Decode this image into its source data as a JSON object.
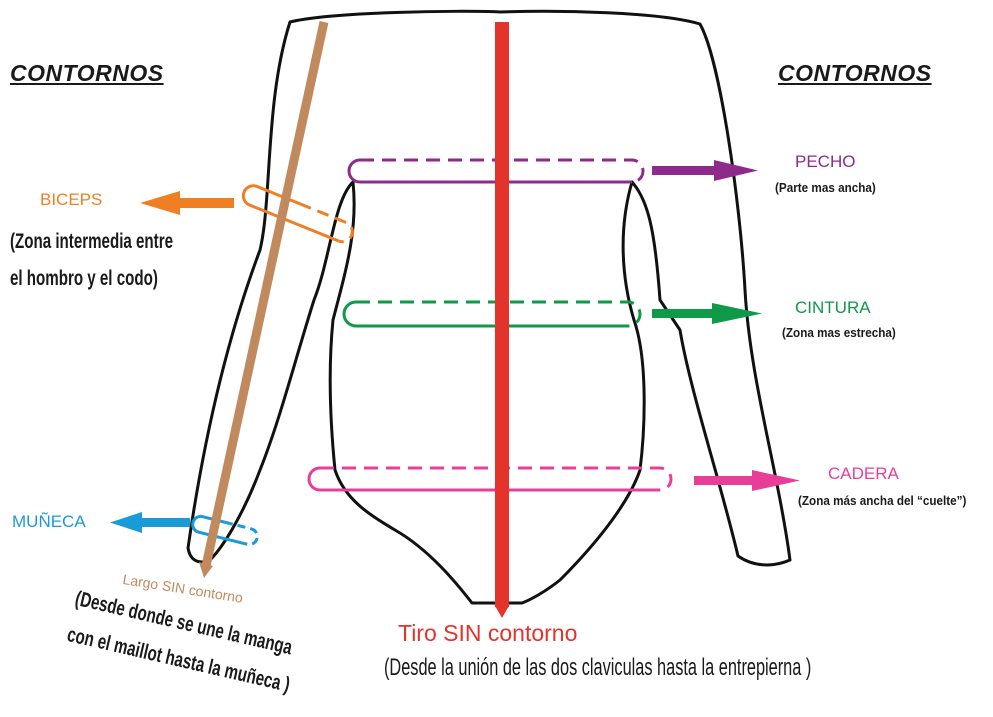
{
  "headers": {
    "left": "CONTORNOS",
    "right": "CONTORNOS"
  },
  "labels": {
    "pecho": {
      "name": "PECHO",
      "note": "(Parte mas ancha)"
    },
    "cintura": {
      "name": "CINTURA",
      "note": "(Zona mas estrecha)"
    },
    "cadera": {
      "name": "CADERA",
      "note": "(Zona más ancha del “cuelte”)"
    },
    "biceps": {
      "name": "BICEPS",
      "note_line1": "(Zona intermedia entre",
      "note_line2": "el hombro y el codo)"
    },
    "muneca": {
      "name": "MUÑECA"
    },
    "largo": {
      "name": "Largo SIN contorno",
      "note_line1": "(Desde donde se une la manga",
      "note_line2": "con el maillot hasta la muñeca )"
    },
    "tiro": {
      "name": "Tiro SIN contorno",
      "note": "(Desde la unión de las dos claviculas hasta la entrepierna )"
    }
  },
  "colors": {
    "pecho": "#8e2a8c",
    "cintura": "#0e9a47",
    "cadera": "#e83e9a",
    "biceps": "#ef7f22",
    "muneca": "#1a9ad7",
    "largo": "#c18a5e",
    "tiro": "#e4332a",
    "outline": "#111111"
  }
}
